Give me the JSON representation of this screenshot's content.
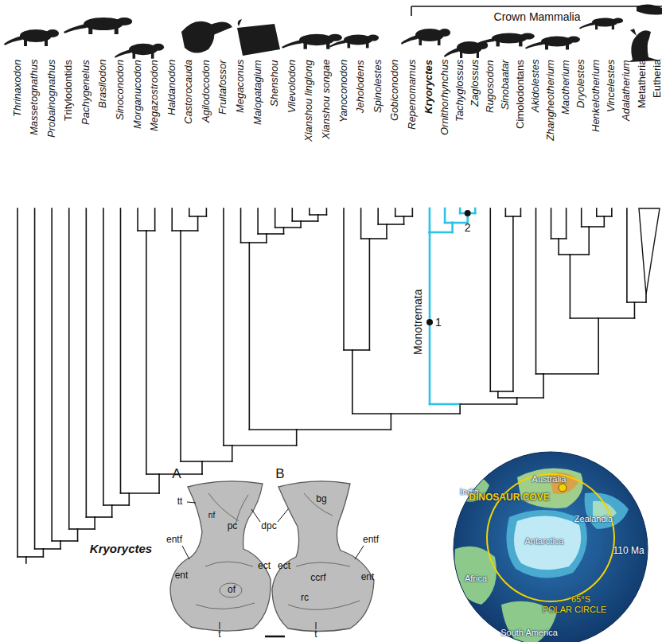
{
  "diagram": {
    "labels": [
      "Crown Mammalia",
      "Thrinaxodon",
      "Massetognathus",
      "Probainognathus",
      "Tritylodontids",
      "Pachygenelus",
      "Brasilodon",
      "Sinoconodon",
      "Morganucodon",
      "Megazostrodon",
      "Haldanodon",
      "Castorocauda",
      "Agilodocodon",
      "Fruitafossor",
      "Megaconus",
      "Maiopatagium",
      "Shenshou",
      "Vilevolodon",
      "Xianshou linglong",
      "Xianshou songae",
      "Yanoconodon",
      "Jeholodens",
      "Spinolestes",
      "Gobiconodon",
      "Repenomamus",
      "Kryoryctes",
      "Ornithorhynchus",
      "Tachyglossus",
      "Zaglossus",
      "Rugosodon",
      "Sinobaatar",
      "Cimolodontans",
      "Akidolestes",
      "Zhangheotherium",
      "Maotherium",
      "Dryolestes",
      "Henkelotherium",
      "Vincelestes",
      "Adalatherium",
      "Metatheria",
      "Eutheria",
      "Monotremata",
      "1",
      "2",
      "Kryoryctes",
      "A",
      "B",
      "tt",
      "nf",
      "pc",
      "dpc",
      "entf",
      "ent",
      "of",
      "ect",
      "t",
      "bg",
      "entf",
      "ect",
      "ent",
      "ccrf",
      "rc",
      "t",
      "India",
      "Australia",
      "DINOSAUR COVE",
      "Zealandia",
      "Antarctica",
      "110 Ma",
      "Africa",
      "65°S",
      "POLAR CIRCLE",
      "South America"
    ]
  }
}
